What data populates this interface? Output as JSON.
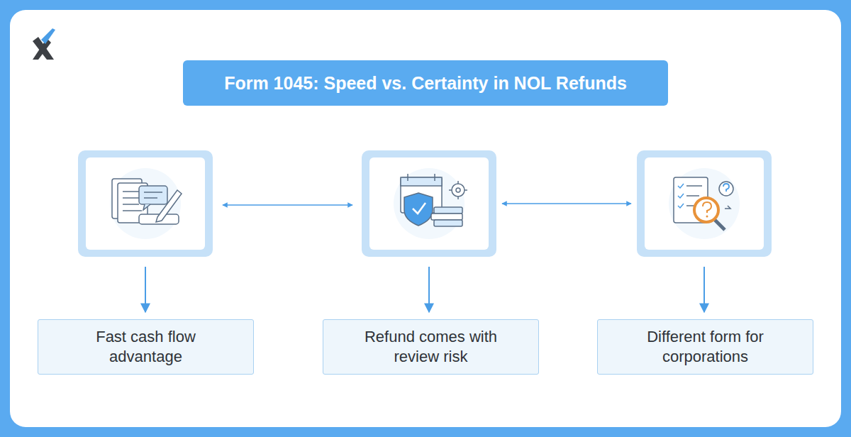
{
  "diagram": {
    "title": "Form 1045: Speed vs. Certainty in NOL Refunds",
    "nodes": [
      {
        "text": [
          "Fast cash flow advantage"
        ]
      },
      {
        "text": [
          "Refund comes with review risk"
        ]
      },
      {
        "text": [
          "Different form for corporations"
        ]
      }
    ]
  }
}
